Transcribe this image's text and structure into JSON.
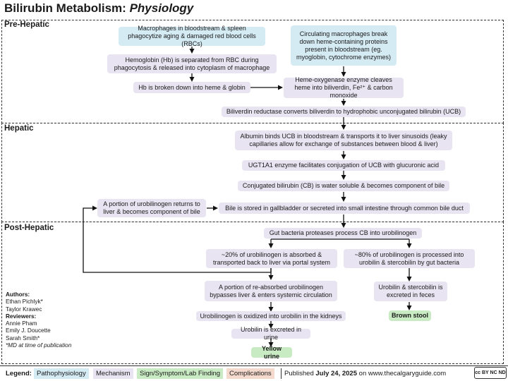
{
  "header": {
    "title": "Bilirubin Metabolism:",
    "subtitle": "Physiology"
  },
  "sections": {
    "pre_hepatic": "Pre-Hepatic",
    "hepatic": "Hepatic",
    "post_hepatic": "Post-Hepatic"
  },
  "nodes": {
    "macrophages_phago": "Macrophages in bloodstream & spleen phagocytize aging & damaged red blood cells (RBCs)",
    "hb_separated": "Hemoglobin (Hb) is separated from RBC during phagocytosis & released into cytoplasm of macrophage",
    "hb_broken": "Hb is broken down into heme & globin",
    "circulating_macrophages": "Circulating macrophages break down heme-containing proteins present in bloodstream (eg. myoglobin, cytochrome enzymes)",
    "heme_oxygenase": "Heme-oxygenase enzyme cleaves heme into biliverdin, Fe²⁺ & carbon monoxide",
    "biliverdin_reductase": "Biliverdin reductase converts biliverdin to hydrophobic unconjugated bilirubin (UCB)",
    "albumin_binds": "Albumin binds UCB in bloodstream & transports it to liver sinusoids (leaky capillaries allow for exchange of substances between blood & liver)",
    "ugt1a1": "UGT1A1 enzyme facilitates conjugation of UCB with glucuronic acid",
    "cb_soluble": "Conjugated bilirubin (CB) is water soluble & becomes component of bile",
    "bile_stored": "Bile is stored in gallbladder or secreted into small intestine through common bile duct",
    "urobilinogen_returns": "A portion of urobilinogen returns to liver & becomes component of bile",
    "gut_bacteria": "Gut bacteria proteases process CB into urobilinogen",
    "twenty_percent": "~20% of urobilinogen is absorbed & transported back to liver via portal system",
    "eighty_percent": "~80% of urobilinogen is processed into urobilin & stercobilin by gut bacteria",
    "bypasses_liver": "A portion of re-absorbed urobilinogen bypasses liver & enters systemic circulation",
    "oxidized_kidneys": "Urobilinogen is oxidized into urobilin in the kidneys",
    "excreted_urine": "Urobilin is excreted in urine",
    "yellow_urine": "Yellow urine",
    "excreted_feces": "Urobilin & stercobilin is excreted in feces",
    "brown_stool": "Brown stool"
  },
  "credits": {
    "authors_heading": "Authors:",
    "authors": [
      "Ethan Pichlyk*",
      "Taylor Krawec"
    ],
    "reviewers_heading": "Reviewers:",
    "reviewers": [
      "Annie Pham",
      "Emily J. Doucette",
      "Sarah Smith*"
    ],
    "note": "*MD at time of publication"
  },
  "legend": {
    "label": "Legend:",
    "items": [
      "Pathophysiology",
      "Mechanism",
      "Sign/Symptom/Lab Finding",
      "Complications"
    ],
    "colors": {
      "pathophysiology": "#d5ebf4",
      "mechanism": "#e8e4f1",
      "sign": "#c9ebc3",
      "complications": "#f5d9cc"
    },
    "published_prefix": "Published",
    "published_date": "July 24, 2025",
    "published_suffix": "on www.thecalgaryguide.com"
  },
  "license_badge": "cc BY NC ND"
}
